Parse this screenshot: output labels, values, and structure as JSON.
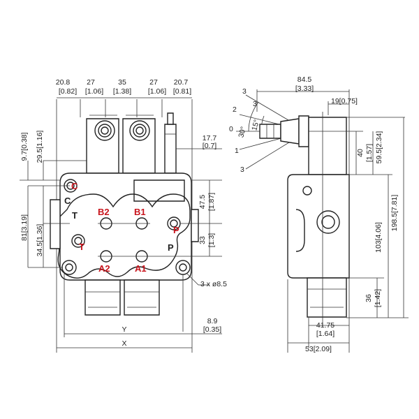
{
  "ports": {
    "C": "C",
    "T_left": "T",
    "B2": "B2",
    "B1": "B1",
    "P_red": "P",
    "T_red": "T",
    "P_black": "P",
    "A2": "A2",
    "A1": "A1",
    "C_black": "C"
  },
  "dims_top": {
    "d1": "20.8",
    "d1_in": "[0.82]",
    "d2": "27",
    "d2_in": "[1.06]",
    "d3": "35",
    "d3_in": "[1.38]",
    "d4": "27",
    "d4_in": "[1.06]",
    "d5": "20.7",
    "d5_in": "[0.81]"
  },
  "dims_front": {
    "r1": "17.7",
    "r1_in": "[0.7]",
    "l1": "9.7[0.38]",
    "l2": "29.5[1.16]",
    "l3": "81[3.19]",
    "l4": "34.5[1.36]",
    "r2": "47.5",
    "r2_in": "[1.87]",
    "r3": "33",
    "r3_in": "[1.3]",
    "holes": "3 x ø8.5",
    "r4": "8.9",
    "r4_in": "[0.35]",
    "y": "Y",
    "x": "X"
  },
  "dims_side": {
    "t1": "84.5",
    "t1_in": "[3.33]",
    "t2": "19[0.75]",
    "a1": "3",
    "a2": "2",
    "a3": "0",
    "a4": "1",
    "a5": "3",
    "a6": "3",
    "deg30": "30°",
    "deg15": "15°",
    "v1": "40",
    "v1_in": "[1.57]",
    "v2": "59.5[2.34]",
    "v3": "103[4.06]",
    "v4": "198.5[7.81]",
    "v5": "36",
    "v5_in": "[1.42]",
    "b1": "41.75",
    "b1_in": "[1.64]",
    "b2": "53[2.09]"
  }
}
